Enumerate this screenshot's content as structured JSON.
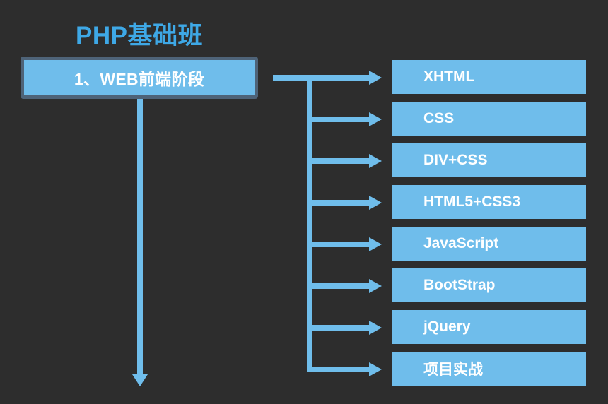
{
  "title": "PHP基础班",
  "stage": {
    "label": "1、WEB前端阶段"
  },
  "topics": [
    "XHTML",
    "CSS",
    "DIV+CSS",
    "HTML5+CSS3",
    "JavaScript",
    "BootStrap",
    "jQuery",
    "项目实战"
  ],
  "colors": {
    "background": "#2d2d2d",
    "title": "#3ea8e6",
    "box_fill": "#6fbdeb",
    "box_border": "#4e6378",
    "connector": "#6fbdeb",
    "text": "#ffffff"
  }
}
